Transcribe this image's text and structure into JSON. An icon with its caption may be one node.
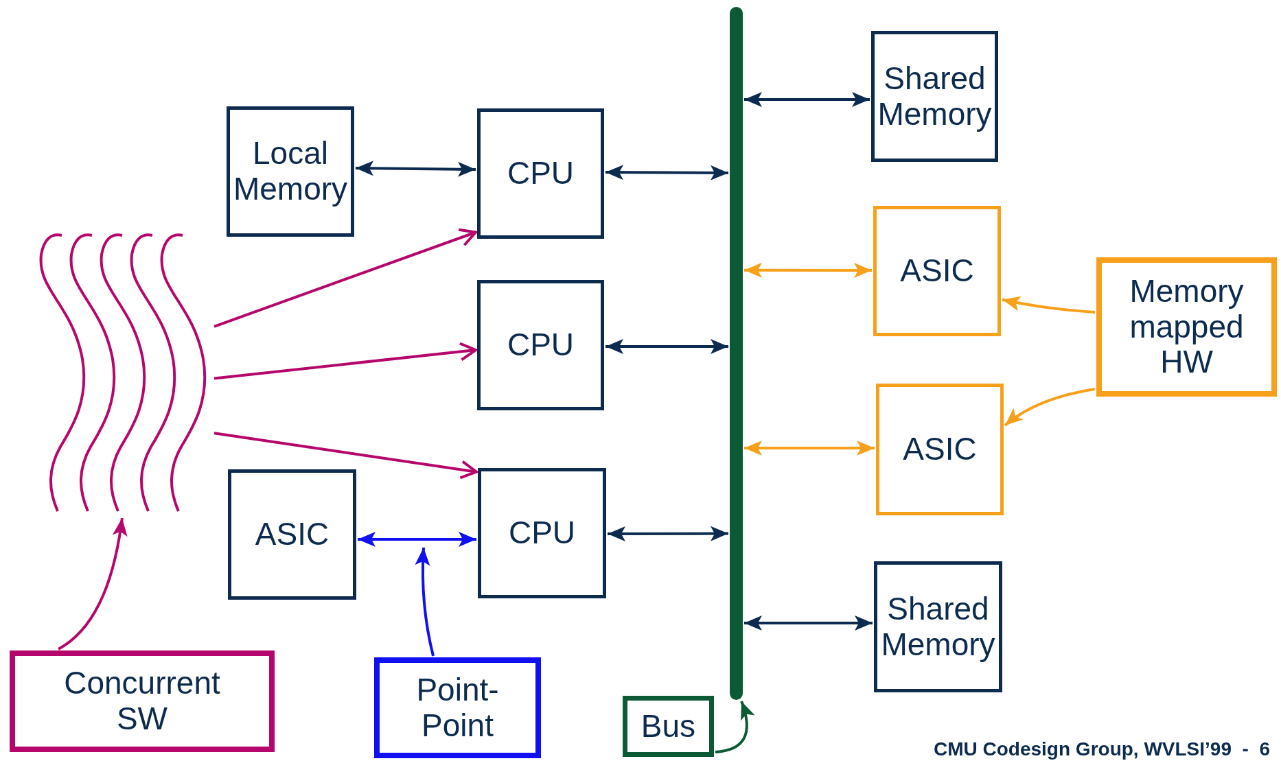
{
  "diagram": {
    "nodes": [
      {
        "text": [
          "Shared Memory"
        ]
      },
      {
        "text": [
          "Local Memory"
        ]
      },
      {
        "text": [
          "CPU"
        ]
      },
      {
        "text": [],
        "shape": "bar"
      },
      {
        "text": [
          "ASIC"
        ]
      },
      {
        "text": [],
        "shape": "picture"
      },
      {
        "text": [
          "CPU"
        ]
      },
      {
        "text": [
          "Memory mapped HW"
        ]
      },
      {
        "text": [
          "ASIC"
        ]
      },
      {
        "text": [
          "ASIC"
        ]
      },
      {
        "text": [
          "CPU"
        ]
      },
      {
        "text": [
          "Shared Memory"
        ]
      },
      {
        "text": [
          "Concurrent SW"
        ]
      },
      {
        "text": [
          "Point- Point"
        ]
      },
      {
        "text": [
          "Bus"
        ]
      }
    ],
    "edges": [
      {
        "from": 1,
        "to": 2,
        "arrow": "both"
      },
      {
        "from": 2,
        "to": 3,
        "arrow": "both"
      },
      {
        "from": 6,
        "to": 3,
        "arrow": "both"
      },
      {
        "from": 10,
        "to": 3,
        "arrow": "both"
      },
      {
        "from": 9,
        "to": 10,
        "arrow": "both",
        "color": "#1010f0"
      },
      {
        "from": 3,
        "to": 0,
        "arrow": "both"
      },
      {
        "from": 3,
        "to": 4,
        "arrow": "both",
        "color": "#f7a01c"
      },
      {
        "from": 3,
        "to": 8,
        "arrow": "both",
        "color": "#f7a01c"
      },
      {
        "from": 3,
        "to": 11,
        "arrow": "both"
      },
      {
        "from": 5,
        "to": 2,
        "arrow": "to",
        "color": "#b5076b"
      },
      {
        "from": 5,
        "to": 6,
        "arrow": "to",
        "color": "#b5076b"
      },
      {
        "from": 5,
        "to": 10,
        "arrow": "to",
        "color": "#b5076b"
      },
      {
        "from": 12,
        "to": 5,
        "arrow": "to",
        "color": "#b5076b"
      },
      {
        "from": 13,
        "to": null,
        "arrow": "to",
        "color": "#1010f0"
      },
      {
        "from": 7,
        "to": 4,
        "arrow": "to",
        "color": "#f7a01c"
      },
      {
        "from": 7,
        "to": 8,
        "arrow": "to",
        "color": "#f7a01c"
      },
      {
        "from": 14,
        "to": 3,
        "arrow": "to",
        "color": "#0b5a35"
      }
    ],
    "labels": [
      "CMU Codesign Group, WVLSI’99  -  6"
    ]
  }
}
